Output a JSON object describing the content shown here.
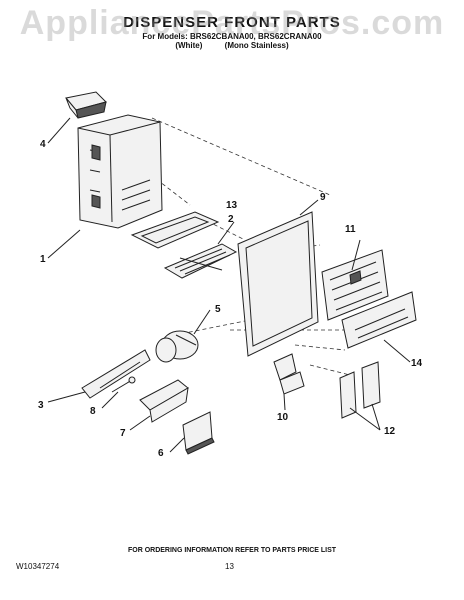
{
  "watermark": "AppliancePartsPros.com",
  "header": {
    "title": "DISPENSER FRONT PARTS",
    "models": "For Models: BRS62CBANA00, BRS62CRANA00",
    "variant_white": "(White)",
    "variant_mono": "(Mono Stainless)"
  },
  "callouts": [
    "1",
    "2",
    "3",
    "4",
    "5",
    "6",
    "7",
    "8",
    "9",
    "10",
    "11",
    "12",
    "13",
    "14"
  ],
  "footer": {
    "note": "FOR ORDERING INFORMATION REFER TO PARTS PRICE LIST",
    "doc_number": "W10347274",
    "page_number": "13"
  }
}
